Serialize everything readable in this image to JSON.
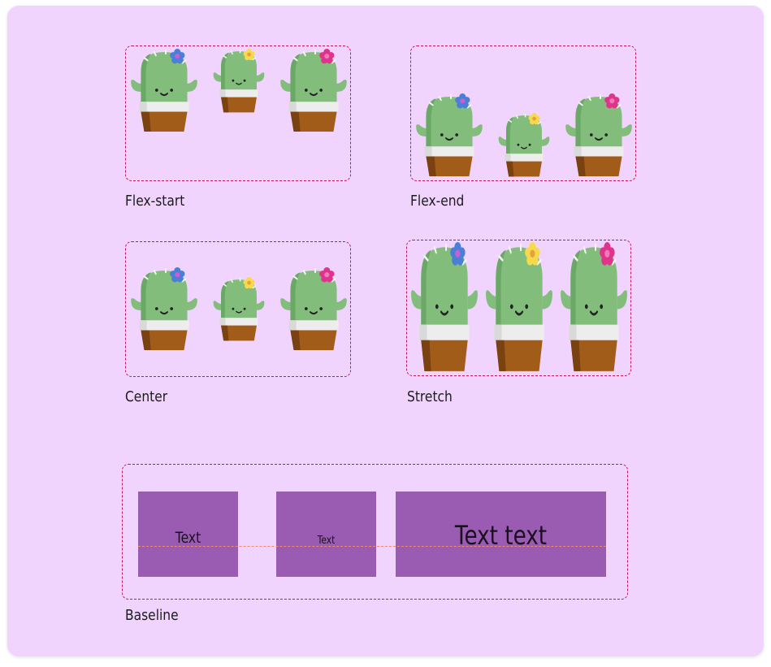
{
  "labels": {
    "flex_start": "Flex-start",
    "flex_end": "Flex-end",
    "center": "Center",
    "stretch": "Stretch",
    "baseline": "Baseline"
  },
  "baseline_boxes": [
    "Text",
    "Text",
    "Text text"
  ],
  "colors": {
    "background": "#f0d4fd",
    "frame_border": "#c2185b",
    "box_fill": "#9a5cb2",
    "baseline_guide": "#f08a6a",
    "cactus_green": "#82bd7b",
    "pot_brown": "#a15c1a",
    "flower_blue": "#4a7fd6",
    "flower_yellow": "#f7d94c",
    "flower_pink": "#e0338b"
  }
}
